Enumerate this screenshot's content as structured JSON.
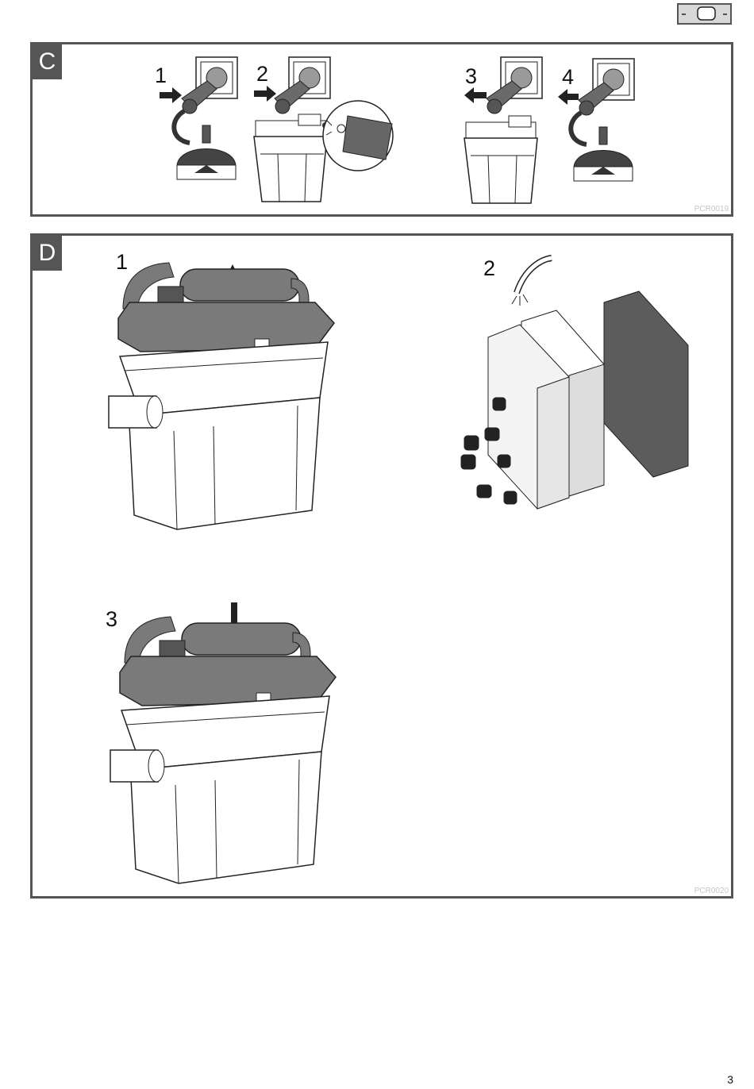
{
  "header": {
    "icon": "pond-filter-unit-icon"
  },
  "panels": [
    {
      "letter": "C",
      "code": "PCR0019",
      "steps": [
        "1",
        "2",
        "3",
        "4"
      ]
    },
    {
      "letter": "D",
      "code": "PCR0020",
      "steps": [
        "1",
        "2",
        "3"
      ]
    }
  ],
  "footer": {
    "page_number": "3"
  },
  "colors": {
    "frame": "#555555",
    "fill": "#7a7a7a",
    "badge": "#d8d8d8"
  }
}
